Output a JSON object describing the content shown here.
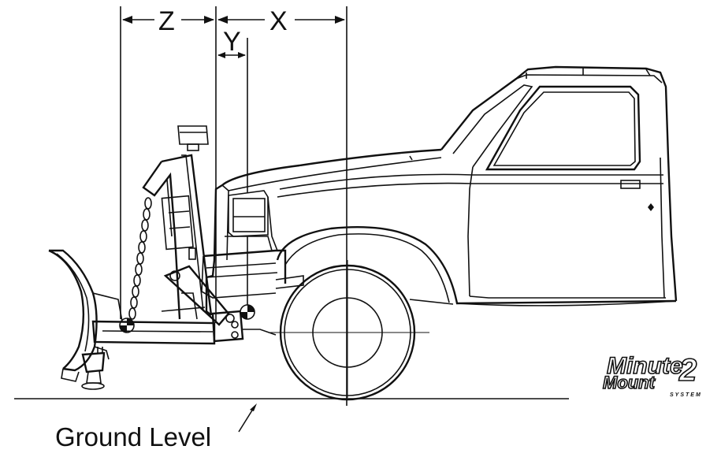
{
  "dimensions": {
    "z_label": "Z",
    "y_label": "Y",
    "x_label": "X"
  },
  "ground": {
    "label": "Ground Level"
  },
  "logo": {
    "word_top": "Minute",
    "word_bottom": "Mount",
    "numeral": "2",
    "subtitle": "SYSTEM"
  }
}
